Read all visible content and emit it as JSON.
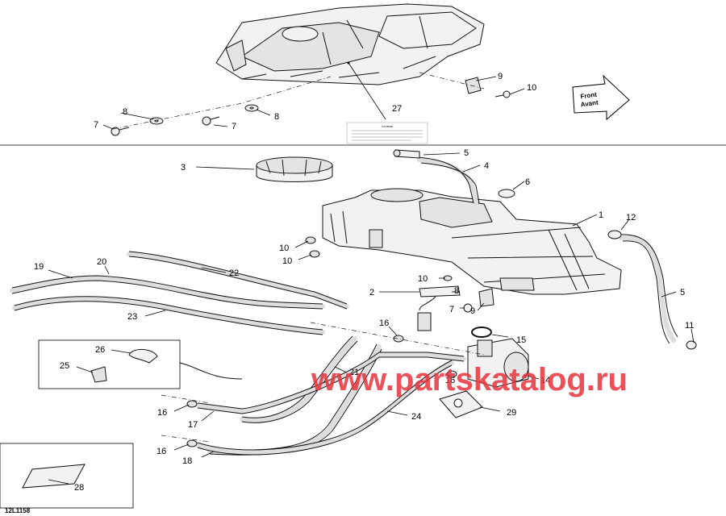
{
  "diagram": {
    "reference_code": "12L1158",
    "watermark": "www.partskatalog.ru",
    "front_arrow": {
      "line1": "Front",
      "line2": "Avant"
    },
    "label_sticker": {
      "heading": "CAUTION"
    },
    "callouts": {
      "c1": "1",
      "c2": "2",
      "c3": "3",
      "c4": "4",
      "c5a": "5",
      "c5b": "5",
      "c6": "6",
      "c7a": "7",
      "c7b": "7",
      "c7c": "7",
      "c8a": "8",
      "c8b": "8",
      "c8c": "8",
      "c9a": "9",
      "c9b": "9",
      "c10a": "10",
      "c10b": "10",
      "c10c": "10",
      "c10d": "10",
      "c11": "11",
      "c12": "12",
      "c14": "14",
      "c15": "15",
      "c16a": "16",
      "c16b": "16",
      "c16c": "16",
      "c16d": "16",
      "c17": "17",
      "c18": "18",
      "c19": "19",
      "c20": "20",
      "c21": "21",
      "c22": "22",
      "c23": "23",
      "c24": "24",
      "c25": "25",
      "c26": "26",
      "c27": "27",
      "c28": "28",
      "c29": "29"
    }
  }
}
